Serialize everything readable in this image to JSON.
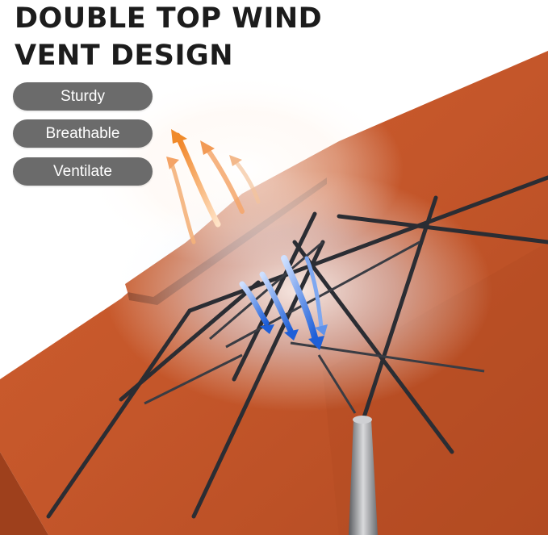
{
  "headline": {
    "line1": "DOUBLE TOP WIND",
    "line2": "VENT DESIGN"
  },
  "features": [
    {
      "label": "Sturdy"
    },
    {
      "label": "Breathable"
    },
    {
      "label": "Ventilate"
    }
  ],
  "colors": {
    "canopy": "#c4562a",
    "canopy_dark": "#a5441f",
    "pill": "#6b6b6b",
    "rib": "#2b2d33",
    "airflow_blue": "#1e6fe0",
    "airflow_orange": "#f08a2a",
    "headline": "#1c1c1c"
  },
  "icons": [
    "airflow-arrow-icon"
  ]
}
